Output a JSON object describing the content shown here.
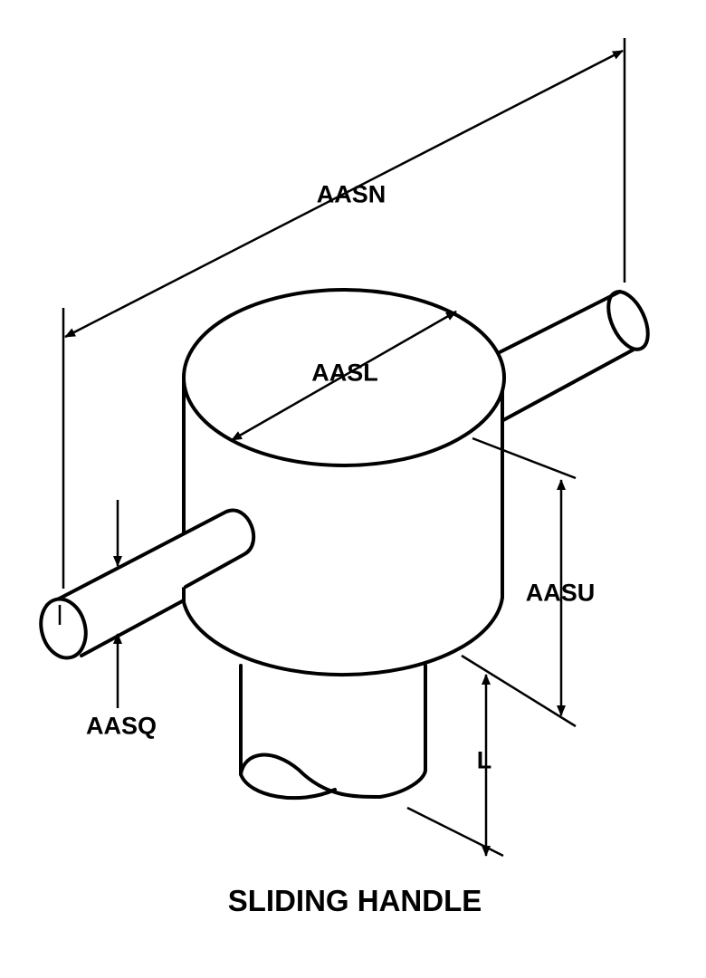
{
  "title": "SLIDING HANDLE",
  "dimensions": {
    "overall_length": "AASN",
    "head_diameter": "AASL",
    "head_height": "AASU",
    "pin_diameter": "AASQ",
    "shank_length": "L"
  },
  "colors": {
    "line": "#000000",
    "background": "#ffffff"
  }
}
